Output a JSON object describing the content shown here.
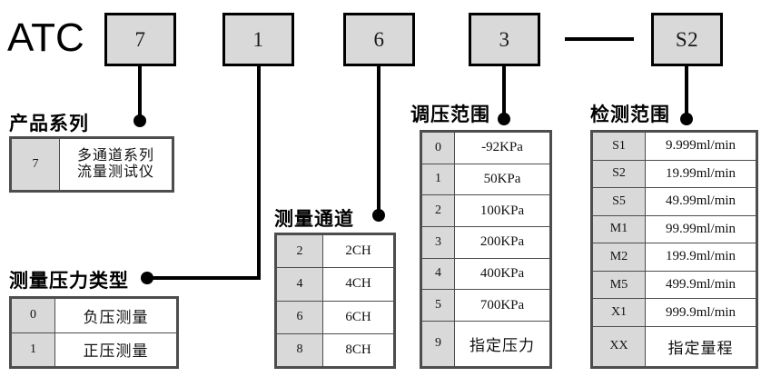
{
  "brand": {
    "label": "ATC"
  },
  "code_boxes": [
    {
      "name": "series-code",
      "value": "7"
    },
    {
      "name": "pressure-type-code",
      "value": "1"
    },
    {
      "name": "channel-code",
      "value": "6"
    },
    {
      "name": "pressure-range-code",
      "value": "3"
    },
    {
      "name": "detect-range-code",
      "value": "S2"
    }
  ],
  "separator": {
    "glyph": "—"
  },
  "sections": {
    "product_series": {
      "heading": "产品系列",
      "rows": [
        {
          "key": "7",
          "value": "多通道系列\n流量测试仪",
          "line1": "多通道系列",
          "line2": "流量测试仪"
        }
      ]
    },
    "pressure_type": {
      "heading": "测量压力类型",
      "rows": [
        {
          "key": "0",
          "value": "负压测量"
        },
        {
          "key": "1",
          "value": "正压测量"
        }
      ]
    },
    "measure_channel": {
      "heading": "测量通道",
      "rows": [
        {
          "key": "2",
          "value": "2CH"
        },
        {
          "key": "4",
          "value": "4CH"
        },
        {
          "key": "6",
          "value": "6CH"
        },
        {
          "key": "8",
          "value": "8CH"
        }
      ]
    },
    "pressure_range": {
      "heading": "调压范围",
      "rows": [
        {
          "key": "0",
          "value": "-92KPa"
        },
        {
          "key": "1",
          "value": "50KPa"
        },
        {
          "key": "2",
          "value": "100KPa"
        },
        {
          "key": "3",
          "value": "200KPa"
        },
        {
          "key": "4",
          "value": "400KPa"
        },
        {
          "key": "5",
          "value": "700KPa"
        },
        {
          "key": "9",
          "value": "指定压力"
        }
      ]
    },
    "detect_range": {
      "heading": "检测范围",
      "rows": [
        {
          "key": "S1",
          "value": "9.999ml/min"
        },
        {
          "key": "S2",
          "value": "19.99ml/min"
        },
        {
          "key": "S5",
          "value": "49.99ml/min"
        },
        {
          "key": "M1",
          "value": "99.99ml/min"
        },
        {
          "key": "M2",
          "value": "199.9ml/min"
        },
        {
          "key": "M5",
          "value": "499.9ml/min"
        },
        {
          "key": "X1",
          "value": "999.9ml/min"
        },
        {
          "key": "XX",
          "value": "指定量程"
        }
      ]
    }
  },
  "colors": {
    "box_fill": "#d9d9d9",
    "line": "#000000",
    "table_border": "#4d4d4d",
    "background": "#ffffff"
  }
}
